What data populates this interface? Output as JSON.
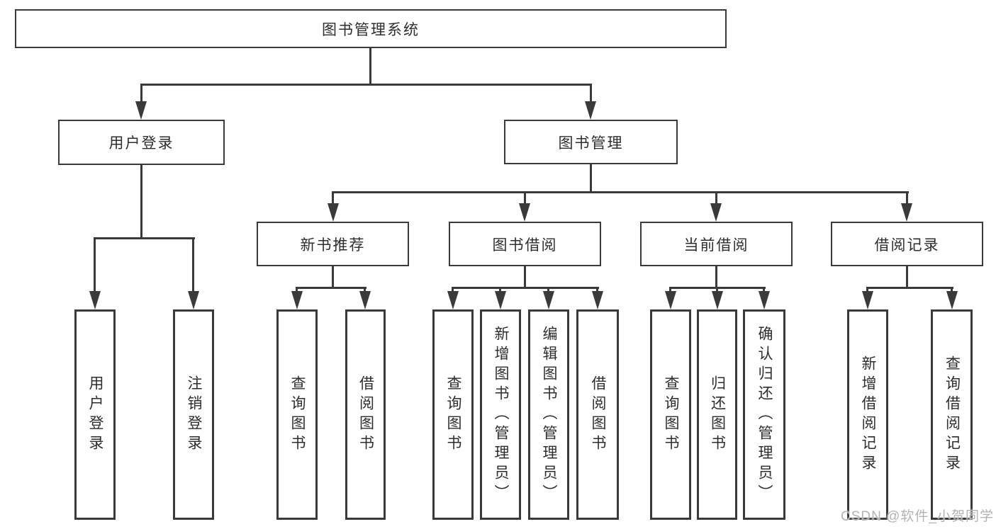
{
  "diagram": {
    "root": {
      "label": "图书管理系统"
    },
    "level2": {
      "user_login": {
        "label": "用户登录"
      },
      "book_mgmt": {
        "label": "图书管理"
      }
    },
    "level3": {
      "new_book": {
        "label": "新书推荐"
      },
      "book_borrow": {
        "label": "图书借阅"
      },
      "current_borrow": {
        "label": "当前借阅"
      },
      "borrow_record": {
        "label": "借阅记录"
      }
    },
    "leaves": {
      "user_login_leaf": "用户登录",
      "logout": "注销登录",
      "nb_query": "查询图书",
      "nb_borrow": "借阅图书",
      "bb_query": "查询图书",
      "bb_add": "新增图书（管理员）",
      "bb_edit": "编辑图书（管理员）",
      "bb_borrow": "借阅图书",
      "cb_query": "查询图书",
      "cb_return": "归还图书",
      "cb_confirm": "确认归还（管理员）",
      "br_add": "新增借阅记录",
      "br_query": "查询借阅记录"
    }
  },
  "watermark": {
    "text": "CSDN @软件_小贺同学"
  },
  "colors": {
    "line": "#3a3a3a",
    "text": "#2d2d2d",
    "watermark": "#b3b3b3",
    "background": "#ffffff"
  }
}
